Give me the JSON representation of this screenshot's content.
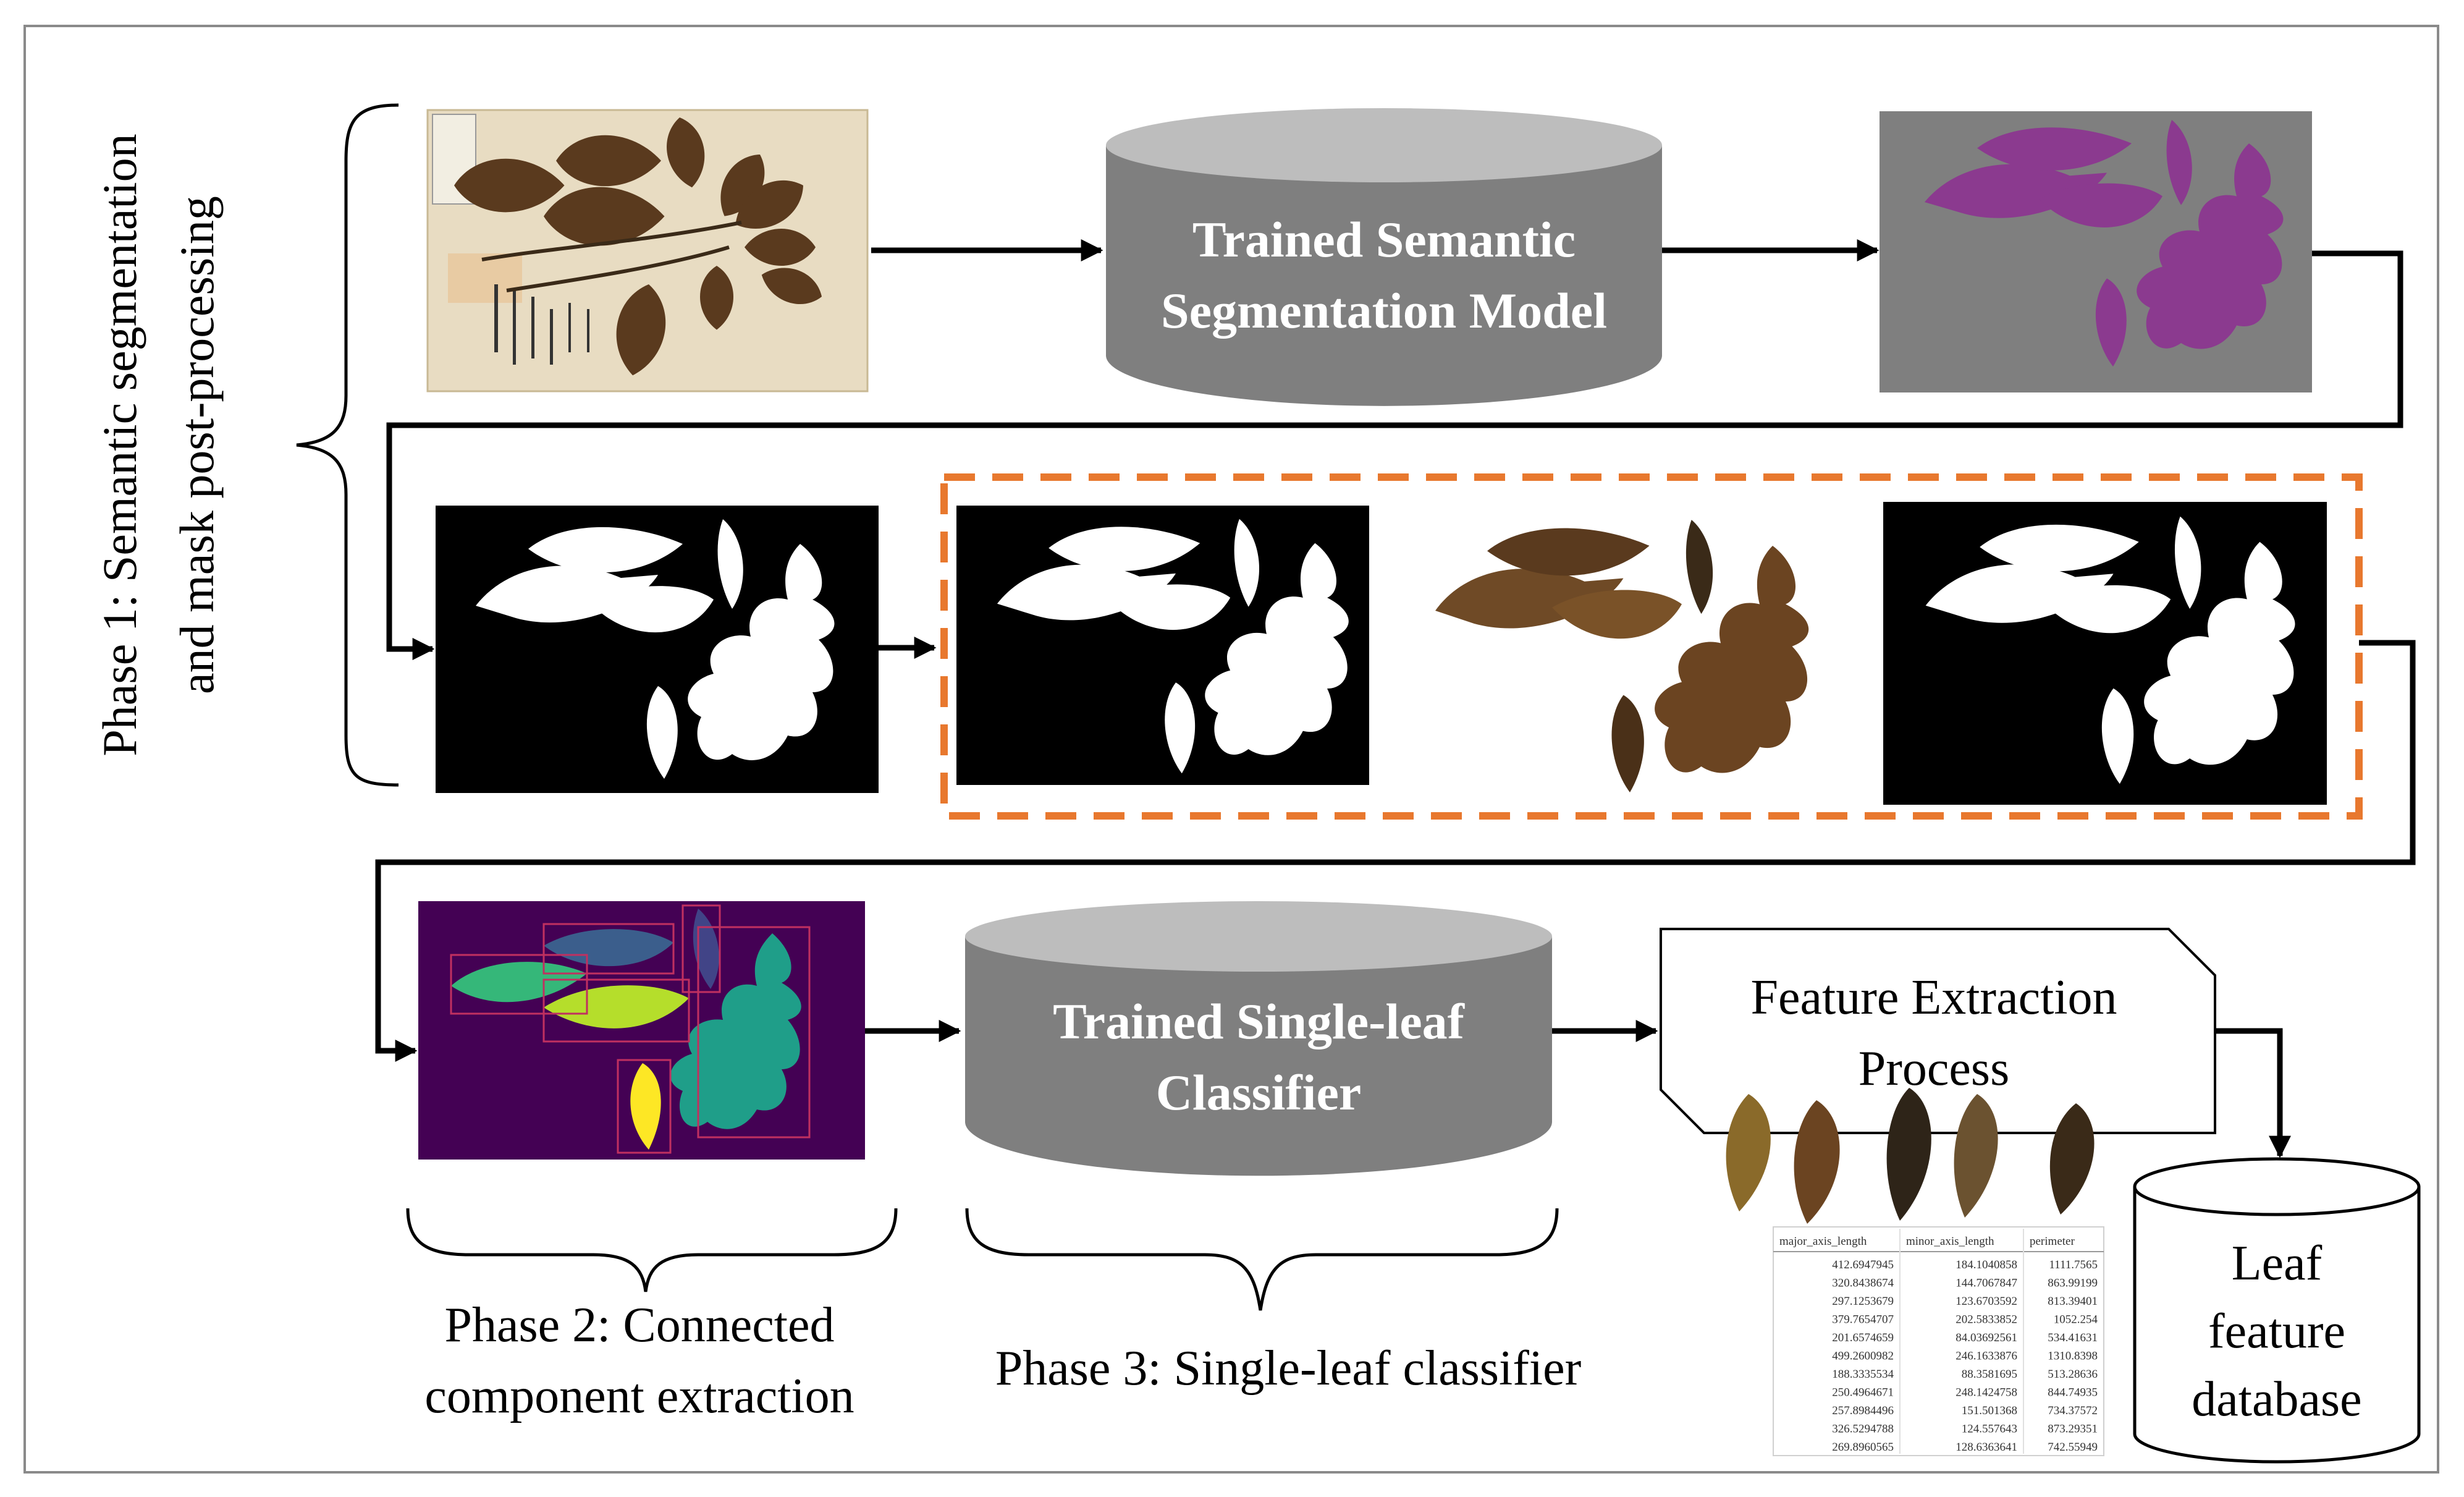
{
  "phase1": {
    "label_line1": "Phase 1: Semantic segmentation",
    "label_line2": "and mask post-processing"
  },
  "phase2": {
    "label_line1": "Phase 2: Connected",
    "label_line2": "component extraction"
  },
  "phase3": {
    "label": "Phase 3: Single-leaf classifier"
  },
  "segmentation_model": {
    "line1": "Trained Semantic",
    "line2": "Segmentation Model"
  },
  "classifier_model": {
    "line1": "Trained Single-leaf",
    "line2": "Classifier"
  },
  "feature_extraction": {
    "line1": "Feature Extraction",
    "line2": "Process"
  },
  "leaf_database": {
    "line1": "Leaf",
    "line2": "feature",
    "line3": "database"
  },
  "feature_table": {
    "headers": [
      "major_axis_length",
      "minor_axis_length",
      "perimeter"
    ],
    "rows": [
      [
        "412.6947945",
        "184.1040858",
        "1111.7565"
      ],
      [
        "320.8438674",
        "144.7067847",
        "863.99199"
      ],
      [
        "297.1253679",
        "123.6703592",
        "813.39401"
      ],
      [
        "379.7654707",
        "202.5833852",
        "1052.254"
      ],
      [
        "201.6574659",
        "84.03692561",
        "534.41631"
      ],
      [
        "499.2600982",
        "246.1633876",
        "1310.8398"
      ],
      [
        "188.3335534",
        "88.3581695",
        "513.28636"
      ],
      [
        "250.4964671",
        "248.1424758",
        "844.74935"
      ],
      [
        "257.8984496",
        "151.501368",
        "734.37572"
      ],
      [
        "326.5294788",
        "124.557643",
        "873.29351"
      ],
      [
        "269.8960565",
        "128.6363641",
        "742.55949"
      ]
    ]
  },
  "colors": {
    "frame": "#8a8a8a",
    "cylinder_body": "#7f7f7f",
    "cylinder_top": "#bdbdbd",
    "mask_purple": "#8b3a8f",
    "mask_background": "#7f7f7f",
    "dashed_box": "#e8782e",
    "leaf_brown": "#5a3a1e",
    "viridis_background": "#440154"
  },
  "icons": {
    "herbarium_photo": "herbarium-specimen-photo",
    "segmentation_mask": "purple-leaf-mask",
    "binary_mask": "black-white-leaf-mask",
    "components": "labelled-connected-components",
    "single_leaves": "single-leaf-crops"
  }
}
